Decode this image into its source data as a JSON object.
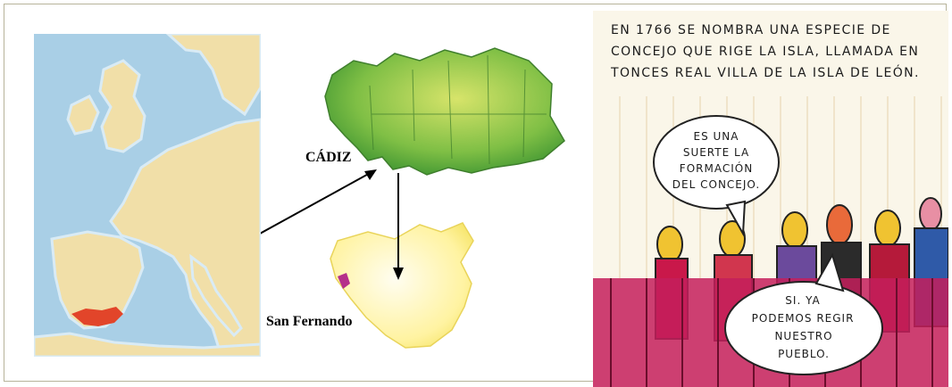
{
  "map_labels": {
    "cadiz": "CÁDIZ",
    "san_fernando": "San Fernando"
  },
  "comic": {
    "caption_lines": [
      "EN 1766 SE NOMBRA UNA ESPECIE DE",
      "CONCEJO QUE RIGE LA ISLA, LLAMADA EN",
      "TONCES REAL VILLA DE LA ISLA DE LEÓN."
    ],
    "bubble1_lines": [
      "ES UNA",
      "SUERTE LA",
      "FORMACIÓN",
      "DEL CONCEJO."
    ],
    "bubble2_lines": [
      "SI. YA",
      "PODEMOS REGIR",
      "NUESTRO",
      "PUEBLO."
    ]
  },
  "colors": {
    "sea": "#a9cfe6",
    "land": "#f1dfa8",
    "highlight": "#e2452a",
    "andalusia": "#4fa33b",
    "province": "#fff3a1",
    "comic_bg": "#faf6e9"
  }
}
